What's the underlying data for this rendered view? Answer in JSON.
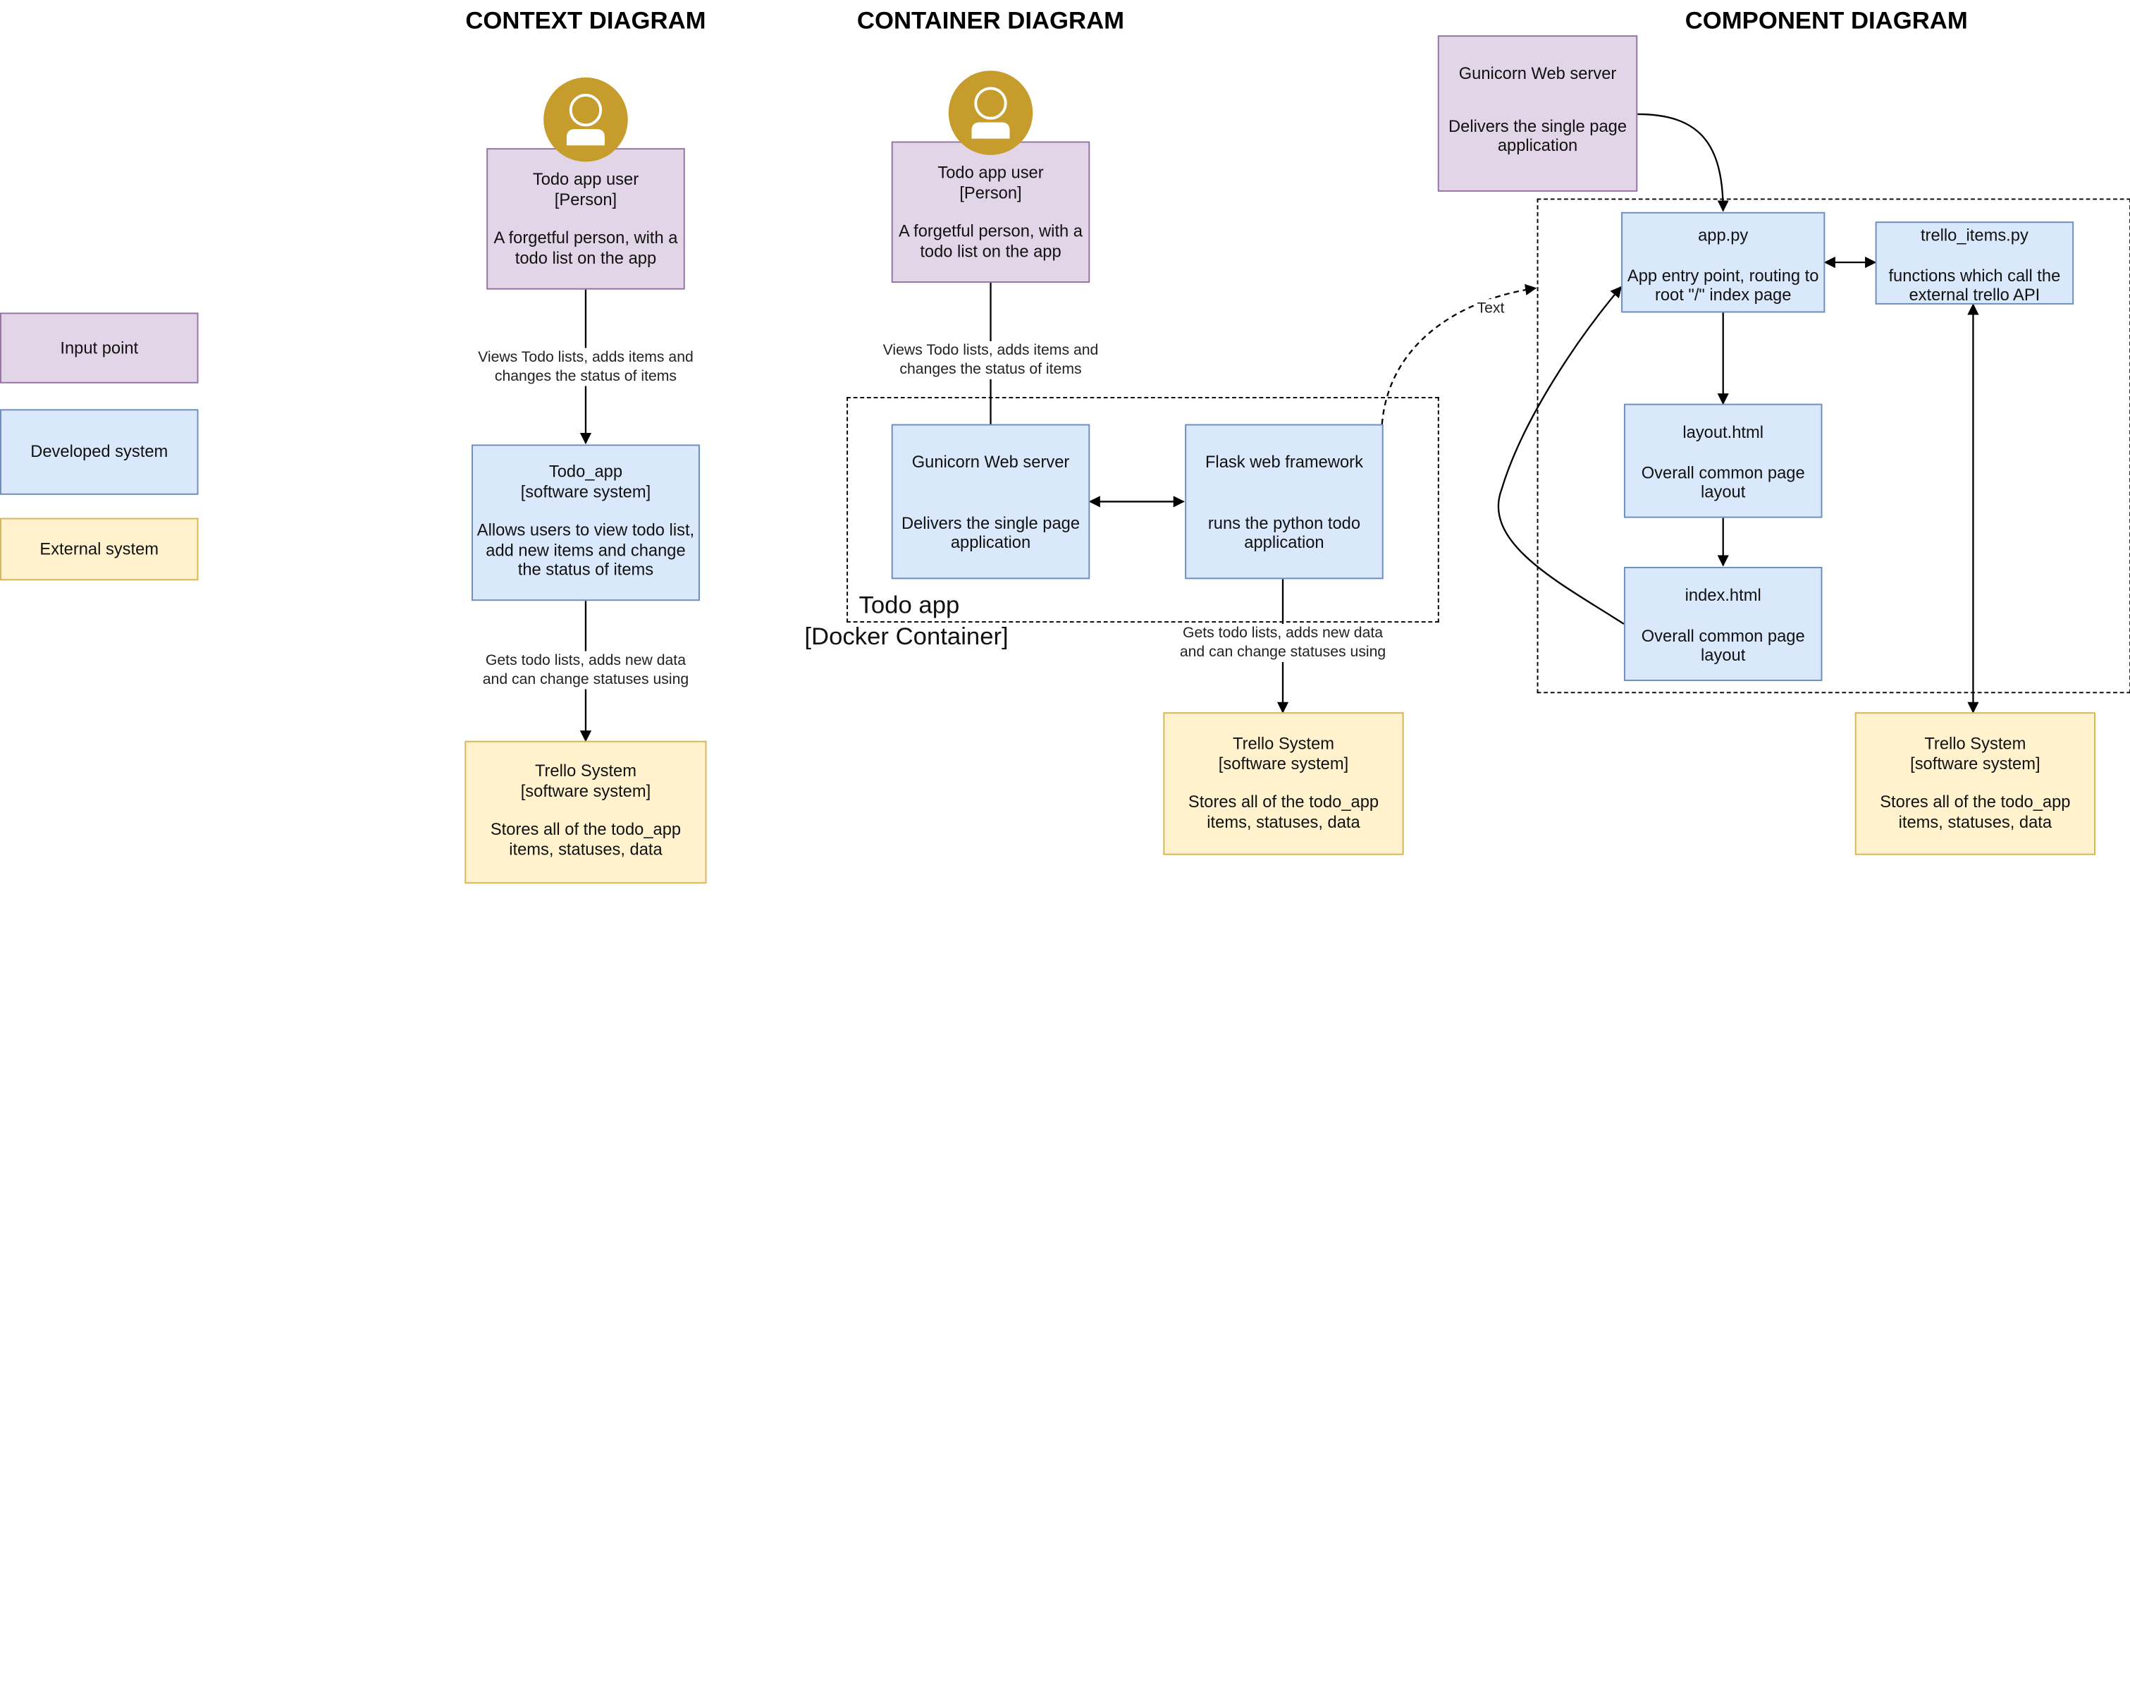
{
  "titles": {
    "context": "CONTEXT DIAGRAM",
    "container": "CONTAINER DIAGRAM",
    "component": "COMPONENT DIAGRAM"
  },
  "legend": {
    "input": "Input point",
    "developed": "Developed system",
    "external": "External system"
  },
  "colors": {
    "input_fill": "#e1d5e7",
    "developed_fill": "#dae8fc",
    "external_fill": "#fff2cc",
    "person_icon": "#c69c2c"
  },
  "context": {
    "user": {
      "l1": "Todo app user",
      "l2": "[Person]",
      "l3": "A forgetful person, with a",
      "l4": "todo list on the app"
    },
    "edge1": {
      "l1": "Views Todo lists, adds items and",
      "l2": "changes the status of items"
    },
    "todo": {
      "l1": "Todo_app",
      "l2": "[software system]",
      "l3": "Allows users to view todo list,",
      "l4": "add new items and change",
      "l5": "the status of items"
    },
    "edge2": {
      "l1": "Gets todo lists, adds new data",
      "l2": "and can change statuses using"
    },
    "trello": {
      "l1": "Trello System",
      "l2": "[software system]",
      "l3": "Stores all of the todo_app",
      "l4": "items, statuses, data"
    }
  },
  "container": {
    "user": {
      "l1": "Todo app user",
      "l2": "[Person]",
      "l3": "A forgetful person, with a",
      "l4": "todo list on the app"
    },
    "edge1": {
      "l1": "Views Todo lists, adds items and",
      "l2": "changes the status of items"
    },
    "gunicorn": {
      "l1": "Gunicorn Web server",
      "l2": "Delivers the single page",
      "l3": "application"
    },
    "flask": {
      "l1": "Flask web framework",
      "l2": "runs the  python todo",
      "l3": "application"
    },
    "boundary_name": "Todo app",
    "boundary_type": "[Docker Container]",
    "edge2": {
      "l1": "Gets todo lists, adds new data",
      "l2": "and can change statuses using"
    },
    "edge_text": "Text",
    "trello": {
      "l1": "Trello System",
      "l2": "[software system]",
      "l3": "Stores all of the todo_app",
      "l4": "items, statuses, data"
    }
  },
  "component": {
    "gunicorn": {
      "l1": "Gunicorn Web server",
      "l2": "Delivers the single page",
      "l3": "application"
    },
    "app": {
      "l1": "app.py",
      "l2": "App entry point, routing to",
      "l3": "root \"/\" index page"
    },
    "trello_items": {
      "l1": "trello_items.py",
      "l2": "functions which call the",
      "l3": "external trello API"
    },
    "layout": {
      "l1": "layout.html",
      "l2": "Overall common page",
      "l3": "layout"
    },
    "index": {
      "l1": "index.html",
      "l2": "Overall common page",
      "l3": "layout"
    },
    "trello": {
      "l1": "Trello System",
      "l2": "[software system]",
      "l3": "Stores all of the todo_app",
      "l4": "items, statuses, data"
    }
  }
}
